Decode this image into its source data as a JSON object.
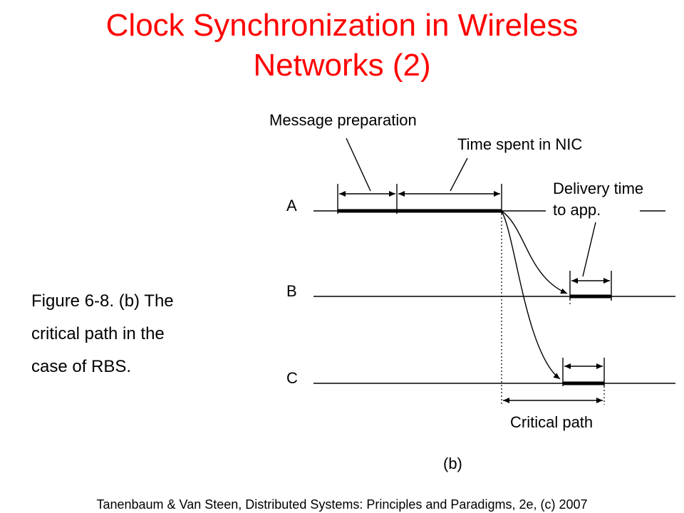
{
  "slide": {
    "title_line1": "Clock Synchronization in Wireless",
    "title_line2": "Networks (2)",
    "caption_line1": "Figure 6-8. (b) The",
    "caption_line2": "critical path in the",
    "caption_line3": "case of RBS.",
    "footer": "Tanenbaum & Van Steen, Distributed Systems: Principles and Paradigms, 2e, (c) 2007"
  },
  "figure": {
    "label_message_preparation": "Message preparation",
    "label_time_in_nic": "Time spent in NIC",
    "label_delivery_line1": "Delivery time",
    "label_delivery_line2": "to app.",
    "label_a": "A",
    "label_b": "B",
    "label_c": "C",
    "label_critical_path": "Critical path",
    "label_sub": "(b)"
  }
}
